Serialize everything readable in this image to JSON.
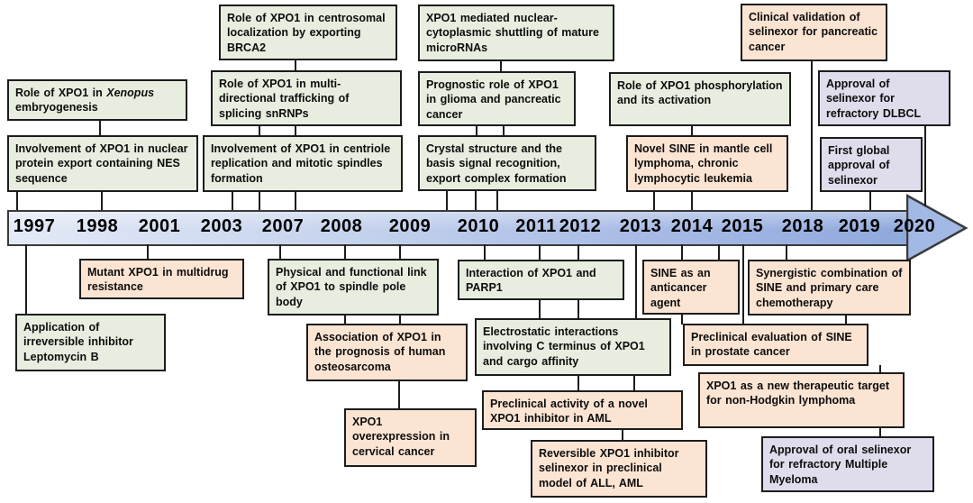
{
  "colors": {
    "green-box": "#e7eedf",
    "orange-box": "#fce4d3",
    "lavender-box": "#dfdceb",
    "timeline-light": "#e3eaf7",
    "timeline-dark": "#8fa9dc",
    "line": "#1c1c1c"
  },
  "timeline": {
    "years": [
      "1997",
      "1998",
      "2001",
      "2003",
      "2007",
      "2008",
      "2009",
      "2010",
      "2011",
      "2012",
      "2013",
      "2014",
      "2015",
      "2018",
      "2019",
      "2020"
    ]
  },
  "events": [
    {
      "label_pre": "Role of XPO1 in ",
      "label_italic": "Xenopus",
      "label_post": " embryogenesis"
    },
    {
      "label": "Involvement of XPO1 in nuclear protein export containing NES sequence"
    },
    {
      "label": "Role of XPO1 in centrosomal localization by exporting BRCA2"
    },
    {
      "label": "Role of XPO1 in multi-directional trafficking of splicing snRNPs"
    },
    {
      "label": "Involvement of XPO1 in centriole replication and mitotic spindles formation"
    },
    {
      "label": "XPO1 mediated nuclear-cytoplasmic shuttling of mature microRNAs"
    },
    {
      "label": "Prognostic role of XPO1 in glioma and pancreatic cancer"
    },
    {
      "label": "Crystal structure and the basis signal recognition, export complex formation"
    },
    {
      "label": "Role of XPO1 phosphorylation and its activation"
    },
    {
      "label": "Novel SINE in mantle cell lymphoma, chronic lymphocytic leukemia"
    },
    {
      "label": "Clinical validation of selinexor for pancreatic cancer"
    },
    {
      "label": "Approval of selinexor for refractory DLBCL"
    },
    {
      "label": "First global approval of selinexor"
    },
    {
      "label": "Mutant XPO1 in multidrug resistance"
    },
    {
      "label": "Application of irreversible inhibitor Leptomycin B"
    },
    {
      "label": "Physical and functional link of XPO1 to spindle pole body"
    },
    {
      "label": "Association of XPO1 in the prognosis of human osteosarcoma"
    },
    {
      "label": "XPO1 overexpression in cervical cancer"
    },
    {
      "label": "Interaction of XPO1 and PARP1"
    },
    {
      "label": "Electrostatic interactions involving C terminus of XPO1 and cargo affinity"
    },
    {
      "label": "Preclinical activity of a novel XPO1 inhibitor in AML"
    },
    {
      "label": "Reversible XPO1 inhibitor selinexor in preclinical model of ALL, AML"
    },
    {
      "label": "SINE as an anticancer agent"
    },
    {
      "label": "Synergistic combination of SINE and primary care chemotherapy"
    },
    {
      "label": "Preclinical evaluation of SINE in prostate cancer"
    },
    {
      "label": "XPO1 as a new therapeutic target for non-Hodgkin lymphoma"
    },
    {
      "label": "Approval of oral selinexor for refractory Multiple Myeloma"
    }
  ]
}
